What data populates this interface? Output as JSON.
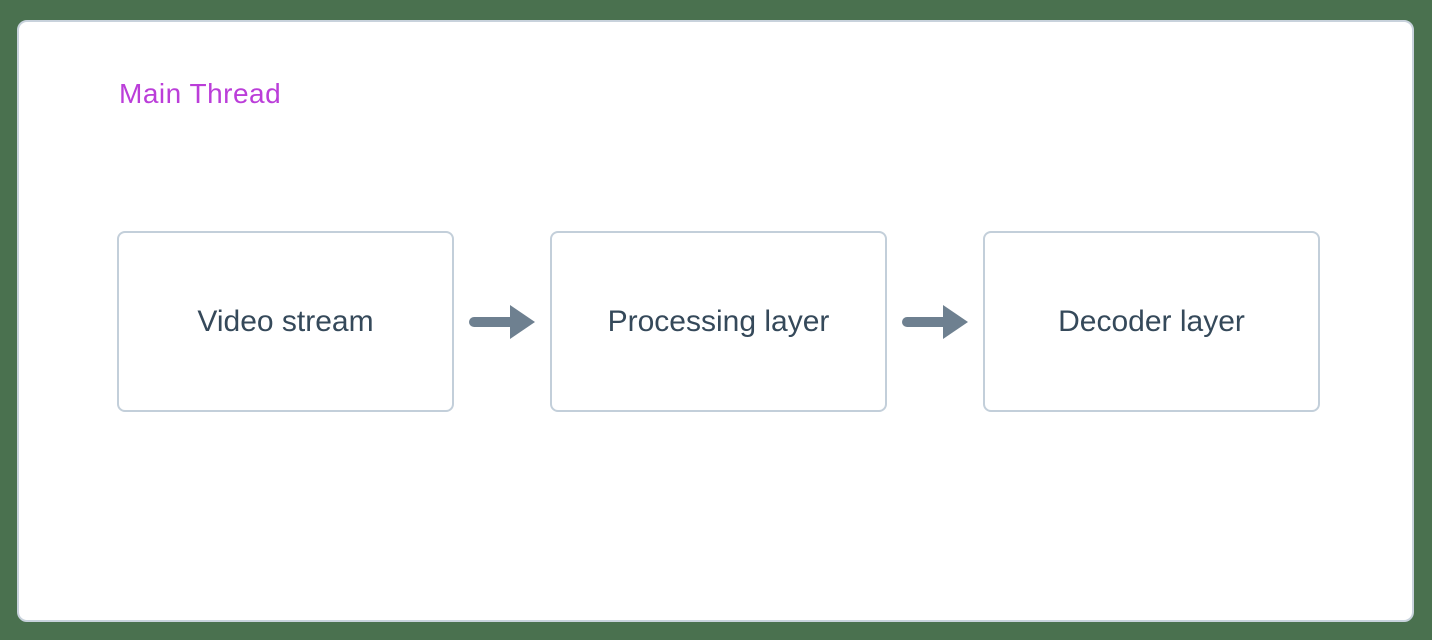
{
  "diagram": {
    "title": "Main Thread",
    "nodes": [
      {
        "id": "node-video-stream",
        "label": "Video stream"
      },
      {
        "id": "node-processing-layer",
        "label": "Processing layer"
      },
      {
        "id": "node-decoder-layer",
        "label": "Decoder layer"
      }
    ],
    "connections": [
      {
        "from": "Video stream",
        "to": "Processing layer",
        "icon": "arrow-right-icon"
      },
      {
        "from": "Processing layer",
        "to": "Decoder layer",
        "icon": "arrow-right-icon"
      }
    ],
    "colors": {
      "background": "#4a714f",
      "panel_background": "#ffffff",
      "panel_border": "#c8d2dc",
      "title": "#bb3ed9",
      "node_border": "#c3cfda",
      "node_text": "#35495a",
      "arrow": "#6e8090"
    }
  }
}
